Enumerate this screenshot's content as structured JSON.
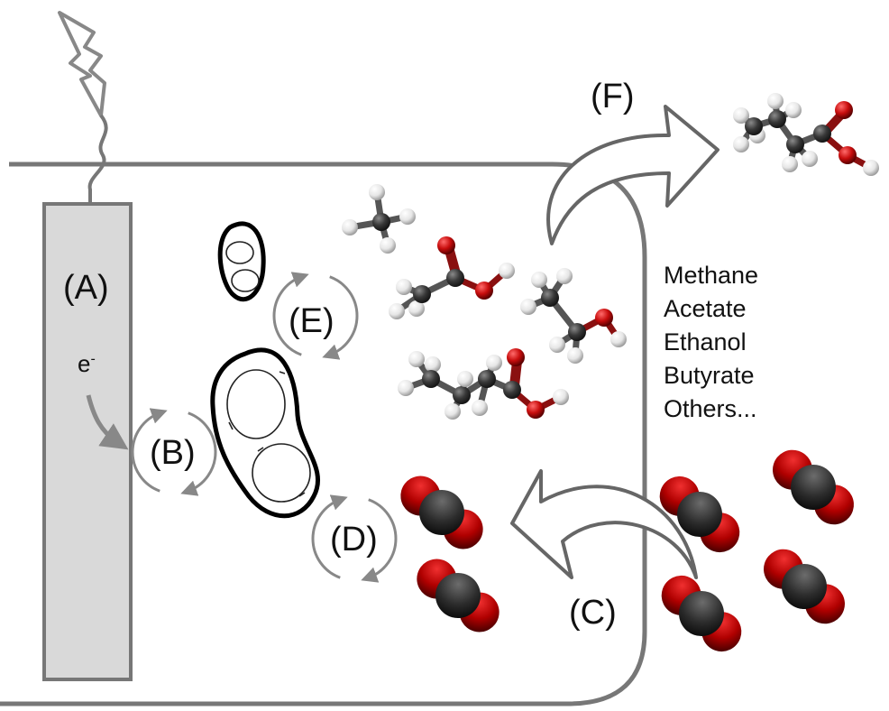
{
  "labels": {
    "A": "(A)",
    "B": "(B)",
    "C": "(C)",
    "D": "(D)",
    "E": "(E)",
    "F": "(F)",
    "electron": "e",
    "electron_charge": "-"
  },
  "products": [
    "Methane",
    "Acetate",
    "Ethanol",
    "Butyrate",
    "Others..."
  ],
  "colors": {
    "outline": "#777777",
    "electrode": "#d9d9d9",
    "carbon": "#3a3a3a",
    "oxygen": "#d41414",
    "hydrogen": "#e8e8e8"
  }
}
